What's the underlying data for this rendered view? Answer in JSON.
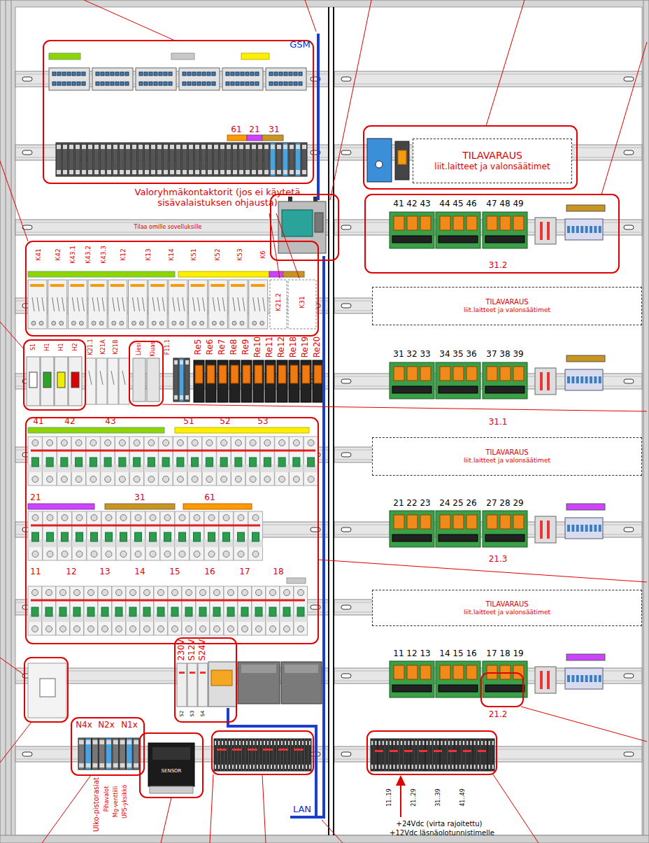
{
  "diagram": {
    "nodes": [
      {
        "text": [
          "TILAVARAUS",
          "liit.laitteet ja valonsäätimet"
        ]
      },
      {
        "text": [
          "TILAVARAUS",
          "liit.laitteet ja valonsäätimet"
        ]
      },
      {
        "text": [
          "TILAVARAUS",
          "liit.laitteet ja valonsäätimet"
        ]
      },
      {
        "text": [
          "TILAVARAUS",
          "liit.laitteet ja valonsäätimet"
        ]
      }
    ],
    "labels": [
      "GSM",
      "61",
      "21",
      "31",
      "Valoryhmäkontaktorit (jos ei käytetä sisävalaistuksen ohjausta)",
      "Tilaa omille sovelluksille",
      "41 42 43",
      "44 45 46",
      "47 48 49",
      "31.2",
      "K41",
      "K42",
      "K43.1",
      "K43.2",
      "K43.3",
      "K12",
      "K13",
      "K14",
      "K51",
      "K52",
      "K53",
      "K6",
      "K21.2",
      "K31",
      "S1",
      "H1",
      "H1",
      "H2",
      "K21.1",
      "K21A",
      "K21B",
      "Liesi",
      "Kiuas",
      "F11.1",
      "Re5",
      "Re6",
      "Re7",
      "Re8",
      "Re9",
      "Re10",
      "Re11",
      "Re12",
      "Re18",
      "Re19",
      "Re20",
      "31 32 33",
      "34 35 36",
      "37 38 39",
      "31.1",
      "41",
      "42",
      "43",
      "51",
      "52",
      "53",
      "21",
      "31",
      "61",
      "11",
      "12",
      "13",
      "14",
      "15",
      "16",
      "17",
      "18",
      "21 22 23",
      "24 25 26",
      "27 28 29",
      "21.3",
      "11 12 13",
      "14 15 16",
      "17 18 19",
      "21.2",
      "230V",
      "S12V",
      "S24V",
      "S2",
      "S3",
      "S4",
      "N4x",
      "N2x",
      "N1x",
      "Ulko-pistorasiat",
      "Pihavalot",
      "Mg-venttiili",
      "UPS-yksikkö",
      "SENSOR",
      "LAN",
      "11..19",
      "21..29",
      "31..39",
      "41..49",
      "+24Vdc (virta rajoitettu)",
      "+12Vdc läsnäolotunnistimelle"
    ]
  }
}
